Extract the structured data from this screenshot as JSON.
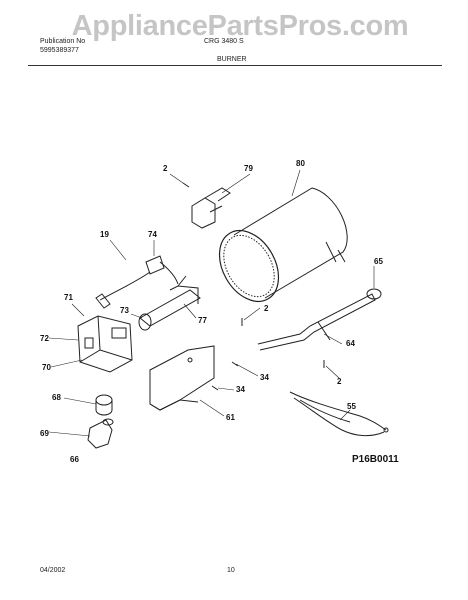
{
  "header": {
    "watermark": "AppliancePartsPros.com",
    "publication_label": "Publication No",
    "publication_number": "5995389377",
    "model": "CRG 3480 S",
    "section": "BURNER"
  },
  "diagram_code": "P16B0011",
  "footer": {
    "date": "04/2002",
    "page": "10"
  },
  "callouts": [
    "2",
    "79",
    "80",
    "19",
    "74",
    "65",
    "71",
    "73",
    "2",
    "77",
    "72",
    "64",
    "70",
    "34",
    "2",
    "34",
    "68",
    "61",
    "55",
    "69",
    "66"
  ]
}
